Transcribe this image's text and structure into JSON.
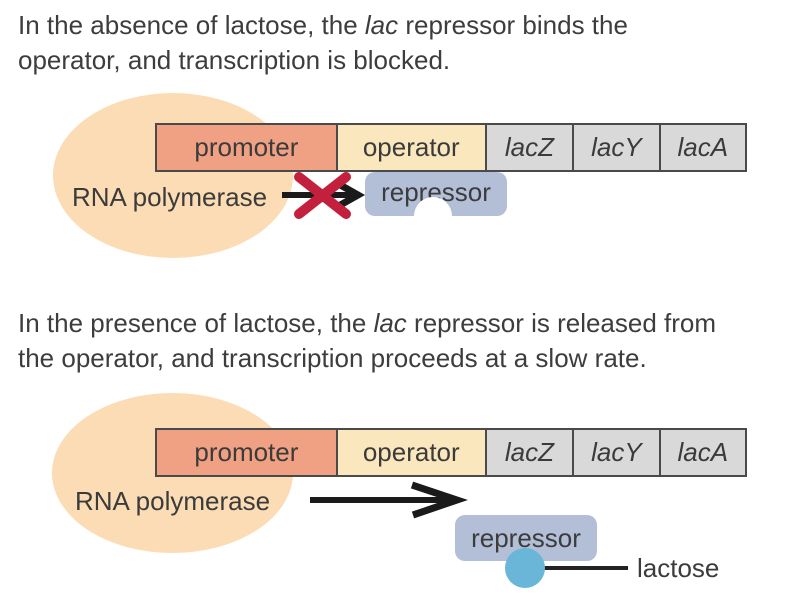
{
  "diagram_title": "lac operon regulation",
  "colors": {
    "background": "#ffffff",
    "text": "#3d3d3d",
    "rna_polymerase_ellipse": "#fbdcb4",
    "promoter_box": "#f0a183",
    "operator_box": "#fae7be",
    "gene_box": "#d9d9d9",
    "box_border": "#4a4a4a",
    "repressor_box": "#b3bed7",
    "lactose_circle": "#69b6d8",
    "blocked_x": "#c2203c",
    "arrow": "#1a1a1a"
  },
  "operon": {
    "promoter": "promoter",
    "operator": "operator",
    "genes": [
      "lacZ",
      "lacY",
      "lacA"
    ]
  },
  "panel_absence": {
    "caption": {
      "line1_before": "In the absence of lactose, the ",
      "line1_italic": "lac",
      "line1_after": " repressor binds the",
      "line2": "operator, and transcription is blocked."
    },
    "rna_polymerase_label": "RNA polymerase",
    "repressor_label": "repressor",
    "transcription_blocked": true
  },
  "panel_presence": {
    "caption": {
      "line1_before": "In the presence of lactose, the ",
      "line1_italic": "lac",
      "line1_after": " repressor is released from",
      "line2": "the operator, and transcription proceeds at a slow rate."
    },
    "rna_polymerase_label": "RNA polymerase",
    "repressor_label": "repressor",
    "lactose_label": "lactose",
    "transcription_blocked": false
  }
}
